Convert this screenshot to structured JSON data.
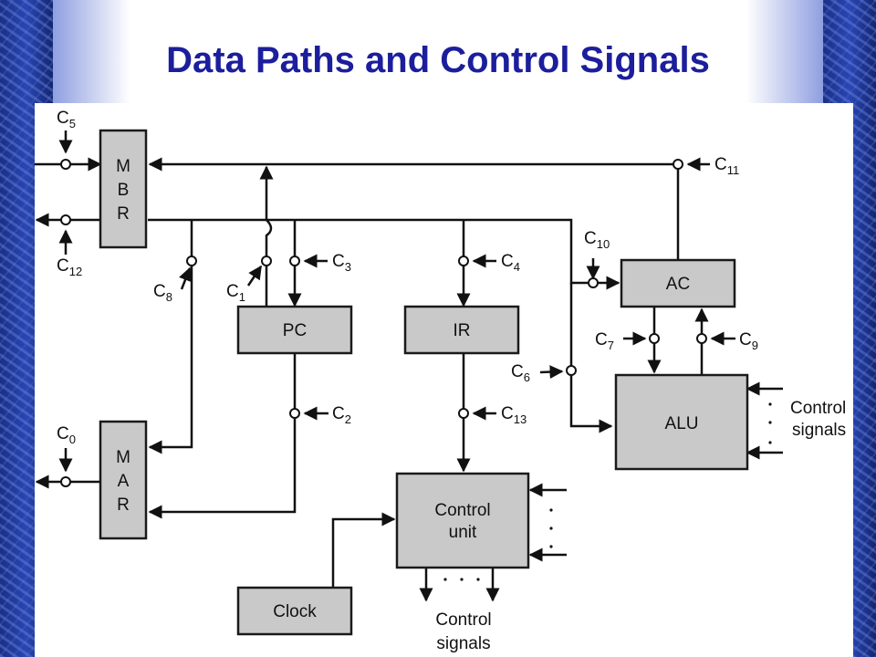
{
  "slide": {
    "title": "Data Paths and Control Signals"
  },
  "blocks": {
    "mbr": [
      "M",
      "B",
      "R"
    ],
    "mar": [
      "M",
      "A",
      "R"
    ],
    "pc": "PC",
    "ir": "IR",
    "ac": "AC",
    "alu": "ALU",
    "control_unit": [
      "Control",
      "unit"
    ],
    "clock": "Clock"
  },
  "signals": {
    "c0": {
      "base": "C",
      "sub": "0"
    },
    "c1": {
      "base": "C",
      "sub": "1"
    },
    "c2": {
      "base": "C",
      "sub": "2"
    },
    "c3": {
      "base": "C",
      "sub": "3"
    },
    "c4": {
      "base": "C",
      "sub": "4"
    },
    "c5": {
      "base": "C",
      "sub": "5"
    },
    "c6": {
      "base": "C",
      "sub": "6"
    },
    "c7": {
      "base": "C",
      "sub": "7"
    },
    "c8": {
      "base": "C",
      "sub": "8"
    },
    "c9": {
      "base": "C",
      "sub": "9"
    },
    "c10": {
      "base": "C",
      "sub": "10"
    },
    "c11": {
      "base": "C",
      "sub": "11"
    },
    "c12": {
      "base": "C",
      "sub": "12"
    },
    "c13": {
      "base": "C",
      "sub": "13"
    }
  },
  "control_signals_label": [
    "Control",
    "signals"
  ],
  "colors": {
    "title": "#1c1e9c",
    "block_fill": "#c9c9c9",
    "background_side": "#2a46b4"
  }
}
